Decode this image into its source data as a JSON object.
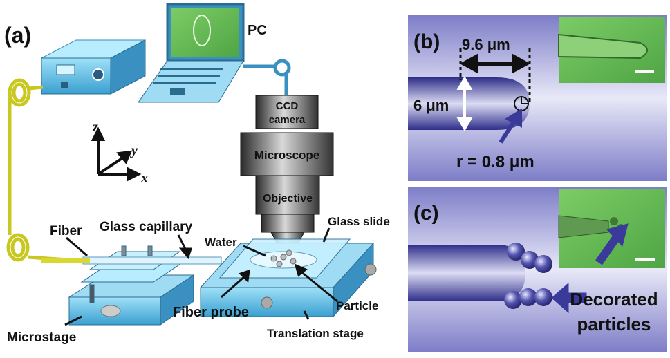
{
  "panel_a": {
    "tag": "(a)",
    "pc": "PC",
    "ccd_line1": "CCD",
    "ccd_line2": "camera",
    "microscope": "Microscope",
    "objective": "Objective",
    "fiber": "Fiber",
    "glass_capillary": "Glass capillary",
    "water": "Water",
    "glass_slide": "Glass slide",
    "fiber_probe": "Fiber probe",
    "particle": "Particle",
    "microstage": "Microstage",
    "translation_stage": "Translation stage",
    "axis_z": "z",
    "axis_y": "y",
    "axis_x": "x"
  },
  "panel_b": {
    "tag": "(b)",
    "length": "9.6 μm",
    "diameter": "6 μm",
    "radius": "r = 0.8 μm"
  },
  "panel_c": {
    "tag": "(c)",
    "decorated_line1": "Decorated",
    "decorated_line2": "particles"
  },
  "colors": {
    "panel_bg": "#9a9ad8",
    "fiber_blue": "#3a3a9a",
    "micro_green": "#6fbf5a",
    "device_blue": "#5cc0e8",
    "yellow_fiber": "#d8d830"
  }
}
